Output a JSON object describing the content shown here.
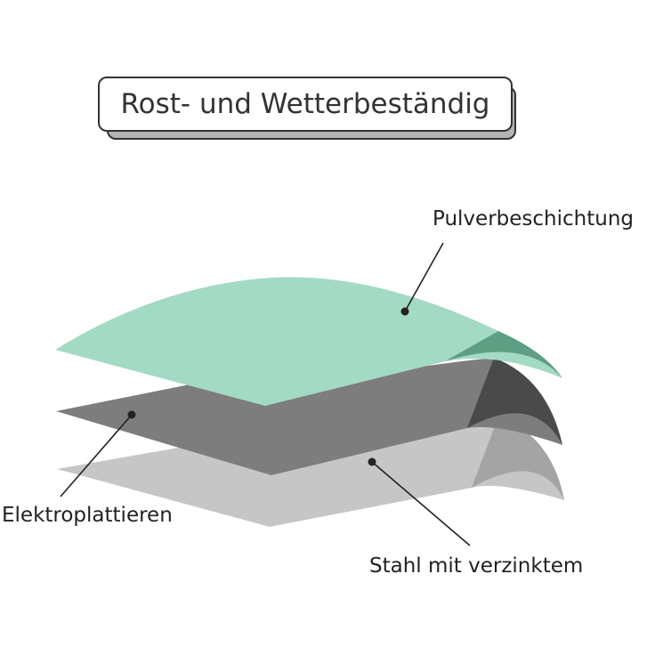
{
  "title": "Rost- und Wetterbeständig",
  "layers": [
    {
      "label": "Pulverbeschichtung",
      "top_color": "#a3dac3",
      "edge_color": "#5e9e82"
    },
    {
      "label": "Elektroplattieren",
      "top_color": "#7d7d7d",
      "edge_color": "#4a4a4a"
    },
    {
      "label": "Stahl mit verzinktem",
      "top_color": "#c6c6c6",
      "edge_color": "#a4a4a4"
    }
  ],
  "colors": {
    "leader_line": "#222222",
    "title_border": "#333333",
    "title_shadow": "#b3b3b3"
  }
}
